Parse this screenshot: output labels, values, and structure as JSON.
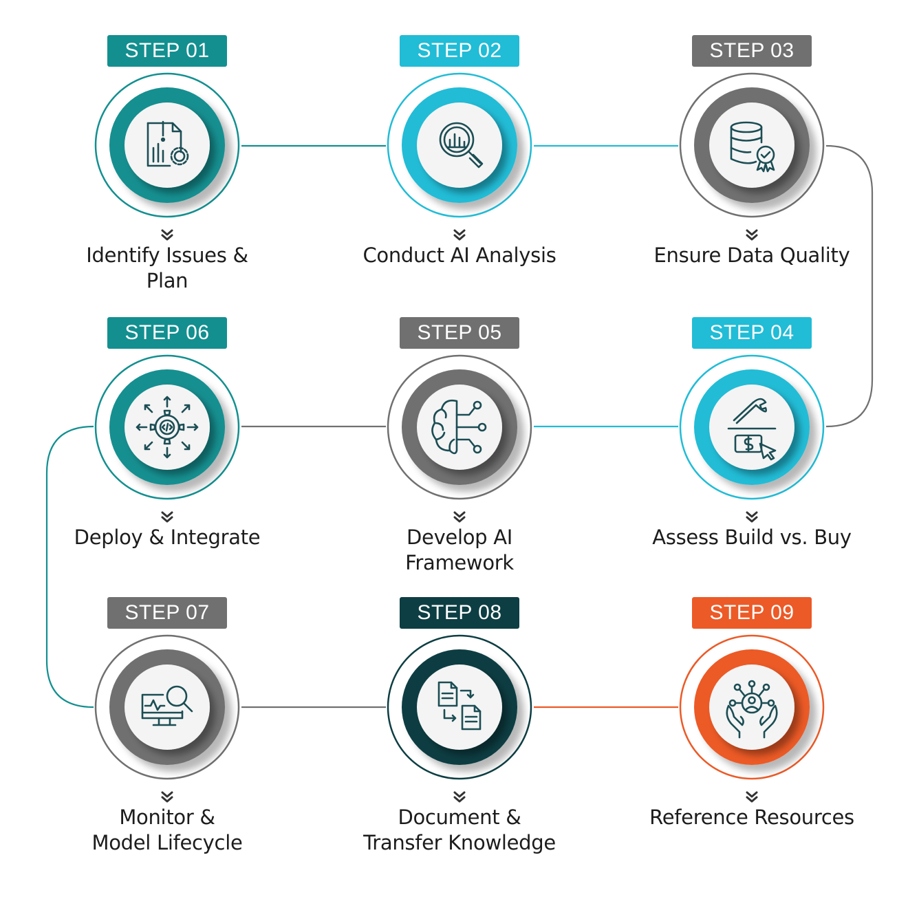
{
  "colors": {
    "teal": "#138f90",
    "cyan": "#21bcd6",
    "gray": "#707070",
    "dark_teal": "#0d3e43",
    "orange": "#ec5a27",
    "icon_stroke": "#1b4d54",
    "label_text": "#1c1c1c",
    "chevron": "#333333"
  },
  "steps": [
    {
      "badge": "STEP 01",
      "color": "teal",
      "icon": "document-chart-gear-icon",
      "label": [
        "Identify Issues & Plan"
      ]
    },
    {
      "badge": "STEP 02",
      "color": "cyan",
      "icon": "chart-magnifier-icon",
      "label": [
        "Conduct AI Analysis"
      ]
    },
    {
      "badge": "STEP 03",
      "color": "gray",
      "icon": "database-badge-icon",
      "label": [
        "Ensure Data Quality"
      ]
    },
    {
      "badge": "STEP 04",
      "color": "cyan",
      "icon": "wrench-dollar-cursor-icon",
      "label": [
        "Assess Build vs. Buy"
      ]
    },
    {
      "badge": "STEP 05",
      "color": "gray",
      "icon": "brain-circuit-icon",
      "label": [
        "Develop AI Framework"
      ]
    },
    {
      "badge": "STEP 06",
      "color": "teal",
      "icon": "code-gear-arrows-icon",
      "label": [
        "Deploy & Integrate"
      ]
    },
    {
      "badge": "STEP 07",
      "color": "gray",
      "icon": "monitor-magnifier-icon",
      "label": [
        "Monitor &",
        "Model Lifecycle"
      ]
    },
    {
      "badge": "STEP 08",
      "color": "dark_teal",
      "icon": "document-exchange-icon",
      "label": [
        "Document &",
        "Transfer Knowledge"
      ]
    },
    {
      "badge": "STEP 09",
      "color": "orange",
      "icon": "hands-network-person-icon",
      "label": [
        "Reference Resources"
      ]
    }
  ]
}
